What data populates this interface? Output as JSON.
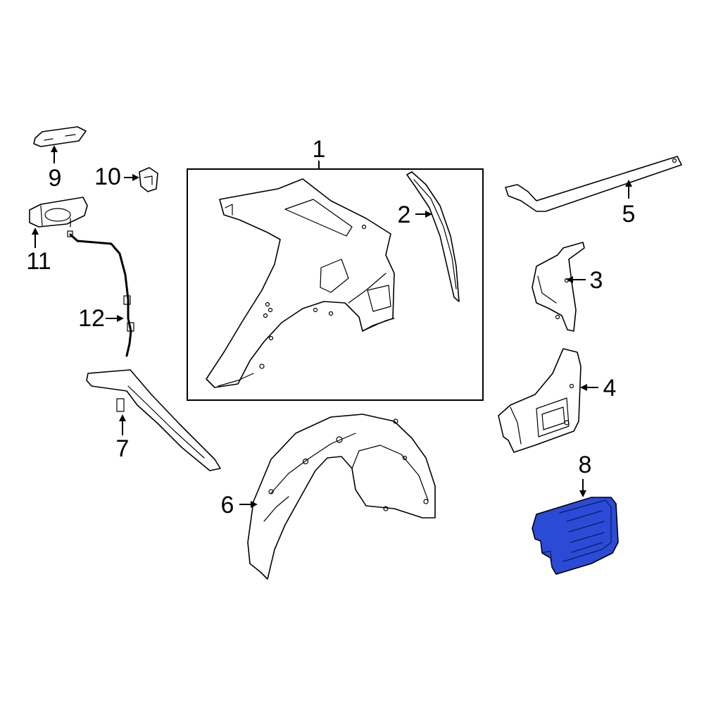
{
  "diagram": {
    "highlight_color": "#2b4bd6",
    "highlighted_part": "8",
    "callouts": [
      {
        "id": "1",
        "label": "1"
      },
      {
        "id": "2",
        "label": "2"
      },
      {
        "id": "3",
        "label": "3"
      },
      {
        "id": "4",
        "label": "4"
      },
      {
        "id": "5",
        "label": "5"
      },
      {
        "id": "6",
        "label": "6"
      },
      {
        "id": "7",
        "label": "7"
      },
      {
        "id": "8",
        "label": "8"
      },
      {
        "id": "9",
        "label": "9"
      },
      {
        "id": "10",
        "label": "10"
      },
      {
        "id": "11",
        "label": "11"
      },
      {
        "id": "12",
        "label": "12"
      }
    ]
  }
}
